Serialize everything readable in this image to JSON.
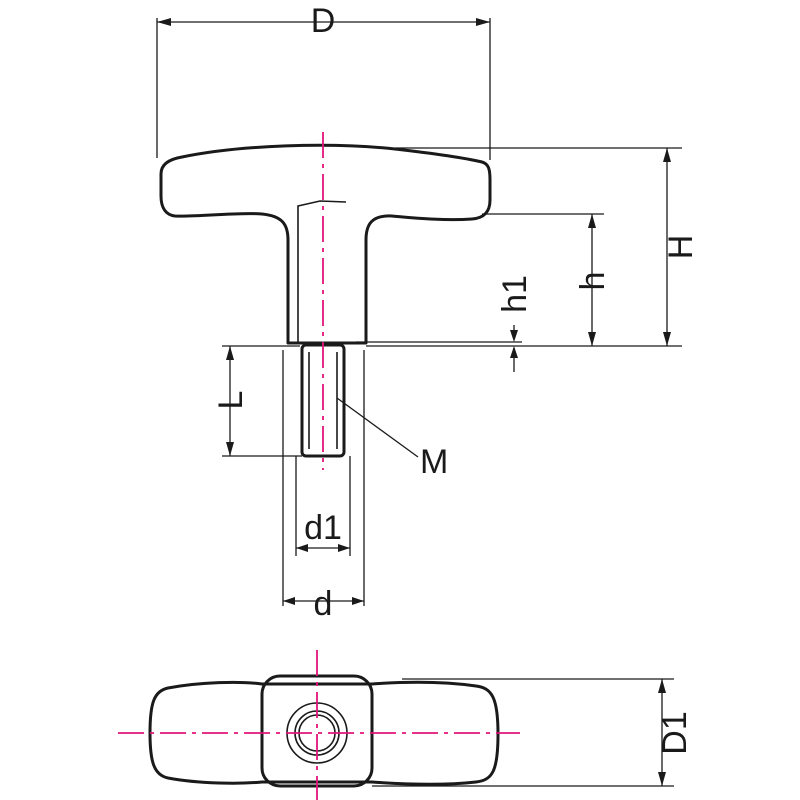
{
  "labels": {
    "D": "D",
    "H": "H",
    "h": "h",
    "h1": "h1",
    "L": "L",
    "M": "M",
    "d1": "d1",
    "d": "d",
    "D1": "D1"
  },
  "colors": {
    "line": "#1a1a1a",
    "centerline": "#e0147a",
    "background": "#ffffff"
  }
}
